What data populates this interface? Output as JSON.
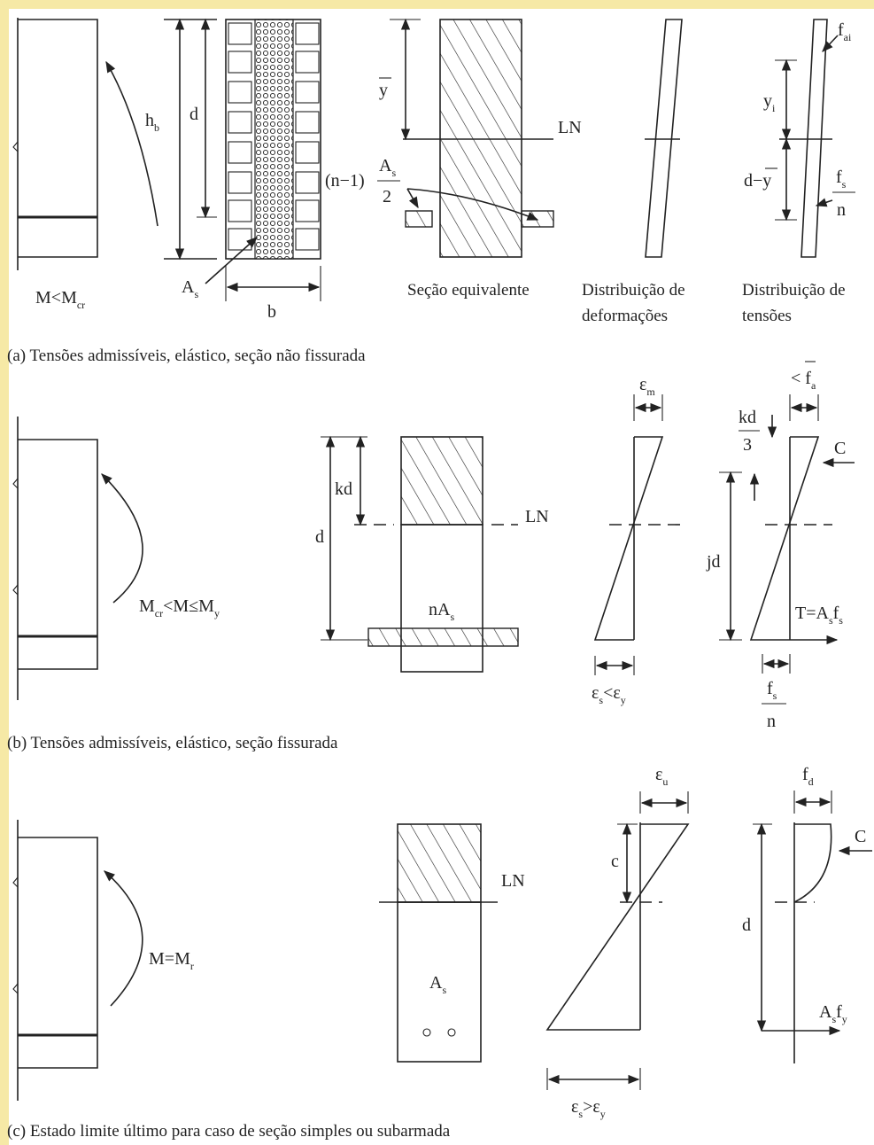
{
  "colors": {
    "ink": "#222222",
    "highlight_strip": "#f6e9a6"
  },
  "panel_a": {
    "moment_label": {
      "main": "M<M",
      "sub": "cr"
    },
    "hb_label": {
      "main": "h",
      "sub": "b"
    },
    "d_label": "d",
    "b_label": "b",
    "as_label": {
      "main": "A",
      "sub": "s"
    },
    "ybar_label": "y",
    "ln_label": "LN",
    "n_minus_1": "(n−1)",
    "as_over_2": {
      "num": "A",
      "num_sub": "s",
      "den": "2"
    },
    "yi_label": {
      "main": "y",
      "sub": "i"
    },
    "d_minus_ybar": "d−y",
    "fai_label": {
      "main": "f",
      "sub": "ai"
    },
    "fs_over_n": {
      "num": "f",
      "num_sub": "s",
      "den": "n"
    },
    "titles": {
      "equivalent": "Seção equivalente",
      "def_line1": "Distribuição de",
      "def_line2": "deformações",
      "ten_line1": "Distribuição de",
      "ten_line2": "tensões"
    },
    "caption": "(a) Tensões admissíveis, elástico, seção não fissurada"
  },
  "panel_b": {
    "moment_label": {
      "p1": "M",
      "p1_sub": "cr",
      "p2": "<M≤M",
      "p2_sub": "y"
    },
    "d_label": "d",
    "kd_label": "kd",
    "ln_label": "LN",
    "nas_label": {
      "main": "nA",
      "sub": "s"
    },
    "em_label": {
      "main": "ε",
      "sub": "m"
    },
    "es_label": {
      "p1": "ε",
      "p1_sub": "s",
      "p2": "<ε",
      "p2_sub": "y"
    },
    "fa_label": {
      "main": "< f",
      "sub": "a"
    },
    "kd3_label": {
      "num": "kd",
      "den": "3"
    },
    "c_label": "C",
    "jd_label": "jd",
    "t_label": {
      "p1": "T=A",
      "p1_sub": "s",
      "p2": "f",
      "p2_sub": "s"
    },
    "fs_over_n": {
      "num": "f",
      "num_sub": "s",
      "den": "n"
    },
    "caption": "(b) Tensões admissíveis, elástico, seção fissurada"
  },
  "panel_c": {
    "moment_label": {
      "main": "M=M",
      "sub": "r"
    },
    "ln_label": "LN",
    "as_label": {
      "main": "A",
      "sub": "s"
    },
    "eu_label": {
      "main": "ε",
      "sub": "u"
    },
    "c_depth_label": "c",
    "es_label": {
      "p1": "ε",
      "p1_sub": "s",
      "p2": ">ε",
      "p2_sub": "y"
    },
    "fd_label": {
      "main": "f",
      "sub": "d"
    },
    "c_label": "C",
    "d_label": "d",
    "asfy_label": {
      "p1": "A",
      "p1_sub": "s",
      "p2": "f",
      "p2_sub": "y"
    },
    "caption": "(c) Estado limite último para caso de seção simples ou subarmada"
  }
}
